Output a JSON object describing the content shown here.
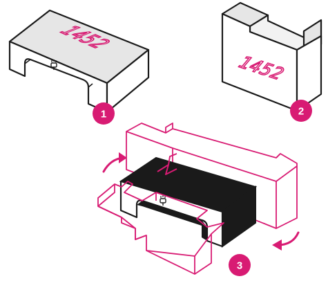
{
  "colors": {
    "accent": "#d81b73",
    "line": "#1a1a1a",
    "top_face": "#e6e6e6",
    "side_face": "#ffffff",
    "dark_face": "#1a1a1a"
  },
  "steps": [
    {
      "badge": "1",
      "display": "1452"
    },
    {
      "badge": "2",
      "display": "1452"
    },
    {
      "badge": "3",
      "display": ""
    }
  ],
  "icons": {
    "power": "power-plug-icon",
    "rotate": "rotate-arrow-icon"
  }
}
